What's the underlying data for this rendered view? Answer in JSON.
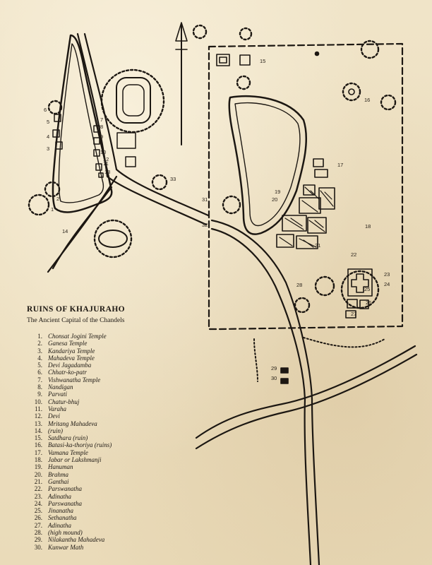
{
  "title": "RUINS OF KHAJURAHO",
  "subtitle": "The Ancient Capital of the Chandels",
  "legend": [
    {
      "num": "1.",
      "name": "Chonsat Jogini Temple"
    },
    {
      "num": "2.",
      "name": "Ganesa Temple"
    },
    {
      "num": "3.",
      "name": "Kandariya Temple"
    },
    {
      "num": "4.",
      "name": "Mahadeva Temple"
    },
    {
      "num": "5.",
      "name": "Devi Jagadamba"
    },
    {
      "num": "6.",
      "name": "Chhatr-ko-patr"
    },
    {
      "num": "7.",
      "name": "Vishwanatha Temple"
    },
    {
      "num": "8.",
      "name": "Nandigan"
    },
    {
      "num": "9.",
      "name": "Parvati"
    },
    {
      "num": "10.",
      "name": "Chatur-bhuj"
    },
    {
      "num": "11.",
      "name": "Varaha"
    },
    {
      "num": "12.",
      "name": "Devi"
    },
    {
      "num": "13.",
      "name": "Mritang Mahadeva"
    },
    {
      "num": "14.",
      "name": "(ruin)"
    },
    {
      "num": "15.",
      "name": "Satdhara (ruin)"
    },
    {
      "num": "16.",
      "name": "Batasi-ka-thoriya (ruins)"
    },
    {
      "num": "17.",
      "name": "Vamana Temple"
    },
    {
      "num": "18.",
      "name": "Jabar or Lakshmanji"
    },
    {
      "num": "19.",
      "name": "Hanuman"
    },
    {
      "num": "20.",
      "name": "Brahma"
    },
    {
      "num": "21.",
      "name": "Ganthai"
    },
    {
      "num": "22.",
      "name": "Parswanatha"
    },
    {
      "num": "23.",
      "name": "Adinatha"
    },
    {
      "num": "24.",
      "name": "Parswanatha"
    },
    {
      "num": "25.",
      "name": "Jinanatha"
    },
    {
      "num": "26.",
      "name": "Sethanatha"
    },
    {
      "num": "27.",
      "name": "Adinatha"
    },
    {
      "num": "28.",
      "name": "(high mound)"
    },
    {
      "num": "29.",
      "name": "Nilakantha Mahadeva"
    },
    {
      "num": "30.",
      "name": "Kunwar Math"
    }
  ],
  "map_labels": [
    "1",
    "2",
    "3",
    "4",
    "5",
    "6",
    "7",
    "8",
    "9",
    "10",
    "11",
    "12",
    "13",
    "14",
    "15",
    "16",
    "17",
    "18",
    "19",
    "20",
    "21",
    "22",
    "23",
    "24",
    "25",
    "26",
    "27",
    "28",
    "29",
    "30",
    "31",
    "32",
    "33"
  ],
  "colors": {
    "paper": "#efe3c6",
    "ink": "#1c1712"
  },
  "icons": {
    "north_arrow": "north-arrow-icon"
  }
}
